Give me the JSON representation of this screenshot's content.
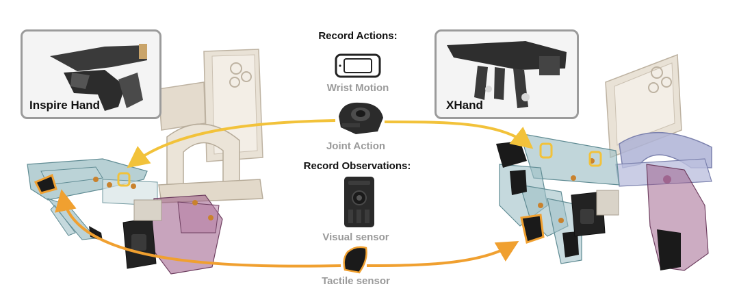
{
  "headers": {
    "record_actions": "Record Actions:",
    "record_observations": "Record Observations:"
  },
  "sensors": {
    "wrist_motion": "Wrist Motion",
    "joint_action": "Joint Action",
    "visual_sensor": "Visual sensor",
    "tactile_sensor": "Tactile sensor"
  },
  "insets": {
    "left": "Inspire Hand",
    "right": "XHand"
  },
  "colors": {
    "action_arrow": "#f2c23a",
    "tactile_arrow": "#f0a030",
    "hand_teal": "#7fa8b0",
    "hand_purple": "#9a5a86",
    "mount_beige": "#e6ddd0",
    "mount_lavender": "#aeb3d6",
    "label_gray": "#9a9a9a"
  }
}
